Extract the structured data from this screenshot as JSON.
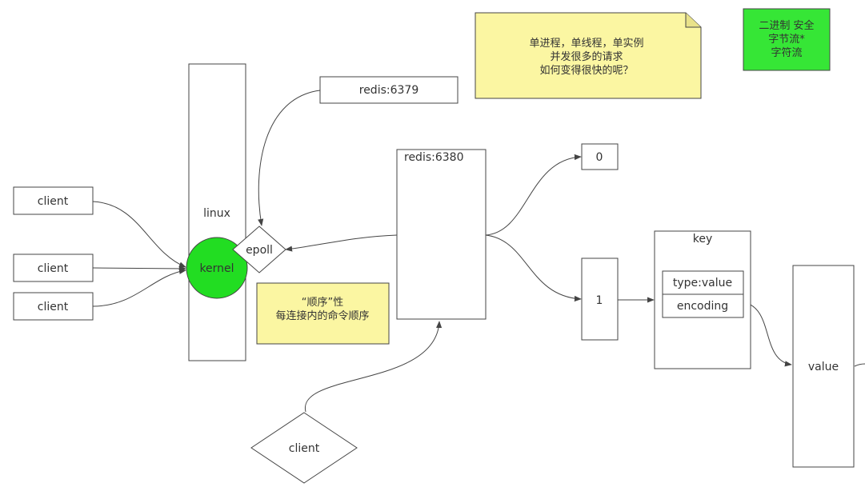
{
  "labels": {
    "client_1": "client",
    "client_2": "client",
    "client_3": "client",
    "client_bottom": "client",
    "linux": "linux",
    "kernel": "kernel",
    "epoll": "epoll",
    "redis_6379": "redis:6379",
    "redis_6380": "redis:6380",
    "slot_0": "0",
    "slot_1": "1",
    "key_title": "key",
    "key_type": "type:value",
    "key_encoding": "encoding",
    "value": "value"
  },
  "notes": {
    "yellow_top": [
      "单进程，单线程，单实例",
      "并发很多的请求",
      "如何变得很快的呢？"
    ],
    "yellow_order": [
      "“顺序”性",
      "每连接内的命令顺序"
    ],
    "green_top": [
      "二进制  安全",
      "字节流*",
      "字符流"
    ]
  },
  "colors": {
    "stroke": "#444444",
    "kernel_fill": "#22dd22",
    "note_yellow": "#fbf6a2",
    "note_green": "#36e636"
  }
}
